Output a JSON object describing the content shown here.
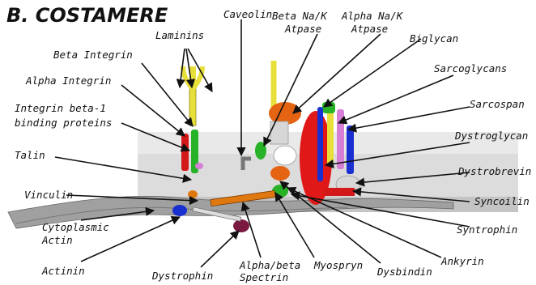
{
  "title": "B. COSTAMERE",
  "labels": {
    "laminins": "Laminins",
    "beta_integrin": "Beta Integrin",
    "alpha_integrin": "Alpha Integrin",
    "integrin_bp_1": "Integrin beta-1",
    "integrin_bp_2": "binding proteins",
    "talin": "Talin",
    "vinculin": "Vinculin",
    "cyto_actin_1": "Cytoplasmic",
    "cyto_actin_2": "Actin",
    "actinin": "Actinin",
    "dystrophin": "Dystrophin",
    "spectrin_1": "Alpha/beta",
    "spectrin_2": "Spectrin",
    "myospryn": "Myospryn",
    "dysbindin": "Dysbindin",
    "ankyrin": "Ankyrin",
    "syntrophin": "Syntrophin",
    "syncoilin": "Syncoilin",
    "dystrobrevin": "Dystrobrevin",
    "dystroglycan": "Dystroglycan",
    "sarcospan": "Sarcospan",
    "sarcoglycans": "Sarcoglycans",
    "biglycan": "Biglycan",
    "alpha_nak_1": "Alpha Na/K",
    "alpha_nak_2": "Atpase",
    "beta_nak_1": "Beta Na/K",
    "beta_nak_2": "Atpase",
    "caveolin": "Caveolin"
  },
  "colors": {
    "membrane": "#d2d2d2",
    "actin": "#9a9a9a",
    "arrow_fill": "#f2ee10",
    "laminin": "#e8e03a",
    "dystroglycan": "#e01818",
    "sarcospan": "#1a2fd0",
    "sarcoglycan": "#d67fd6",
    "biglycan": "#e46414",
    "integrin_red": "#d21818",
    "integrin_green": "#27b227",
    "spectrin": "#e07810",
    "dystrophin": "#7a1a40"
  }
}
